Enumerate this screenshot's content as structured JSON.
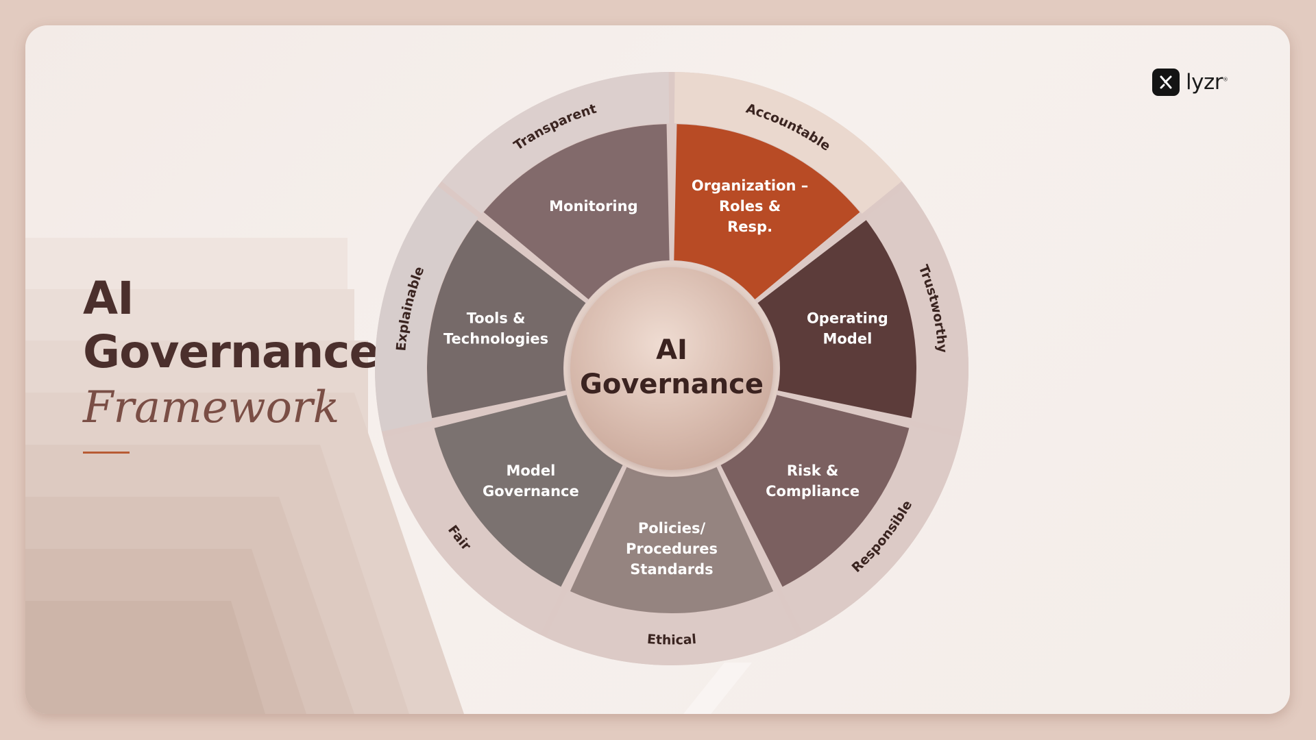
{
  "title": {
    "line1": "AI",
    "line2": "Governance",
    "script": "Framework"
  },
  "logo": {
    "text": "lyzr",
    "icon": "lyzr-logo-icon"
  },
  "diagram": {
    "center": [
      "AI",
      "Governance"
    ],
    "segments": [
      {
        "name": "organization",
        "lines": [
          "Organization –",
          "Roles &",
          "Resp."
        ],
        "color": "#b84b25"
      },
      {
        "name": "operating-model",
        "lines": [
          "Operating",
          "Model"
        ],
        "color": "#5c3c3a"
      },
      {
        "name": "risk-compliance",
        "lines": [
          "Risk &",
          "Compliance"
        ],
        "color": "#7b6060"
      },
      {
        "name": "policies",
        "lines": [
          "Policies/",
          "Procedures",
          "Standards"
        ],
        "color": "#958480"
      },
      {
        "name": "model-governance",
        "lines": [
          "Model",
          "Governance"
        ],
        "color": "#7b7270"
      },
      {
        "name": "tools",
        "lines": [
          "Tools &",
          "Technologies"
        ],
        "color": "#766a69"
      },
      {
        "name": "monitoring",
        "lines": [
          "Monitoring"
        ],
        "color": "#826a6b"
      }
    ],
    "ring": [
      {
        "name": "accountable",
        "label": "Accountable",
        "color": "#ead8ce"
      },
      {
        "name": "trustworthy",
        "label": "Trustworthy",
        "color": "#dccac6"
      },
      {
        "name": "responsible",
        "label": "Responsible",
        "color": "#dccac6"
      },
      {
        "name": "ethical",
        "label": "Ethical",
        "color": "#dccac6"
      },
      {
        "name": "fair",
        "label": "Fair",
        "color": "#dccac6"
      },
      {
        "name": "explainable",
        "label": "Explainable",
        "color": "#d7cdcc"
      },
      {
        "name": "transparent",
        "label": "Transparent",
        "color": "#dccfcd"
      }
    ]
  }
}
